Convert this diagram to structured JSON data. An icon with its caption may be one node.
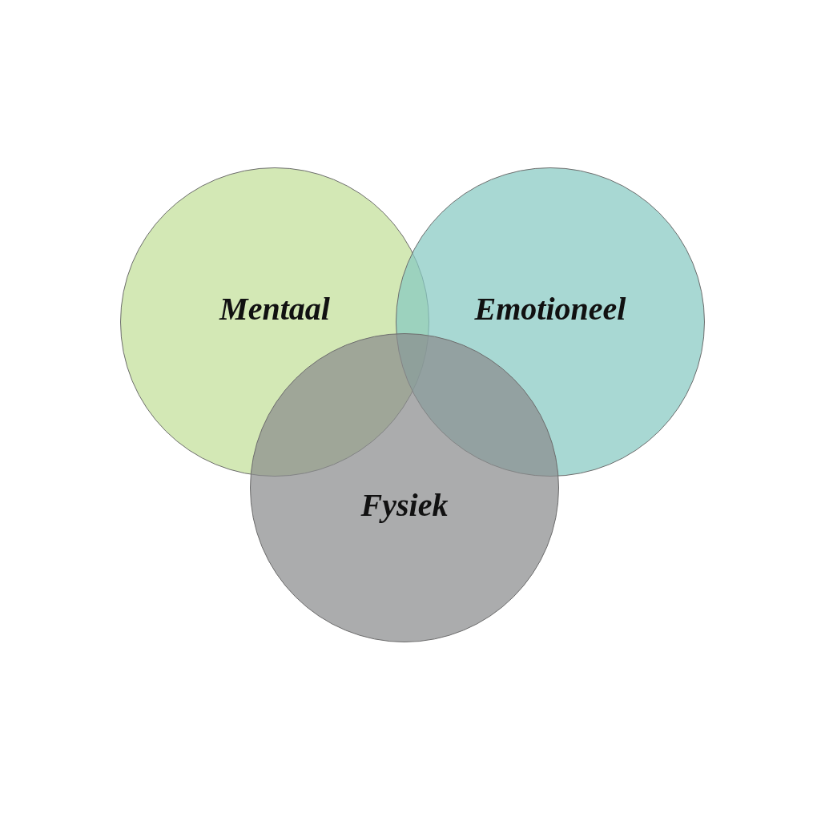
{
  "diagram": {
    "nodes": [
      {
        "text": [
          "Mentaal"
        ]
      },
      {
        "text": [
          "Emotioneel"
        ]
      },
      {
        "text": [
          "Fysiek"
        ]
      }
    ]
  }
}
